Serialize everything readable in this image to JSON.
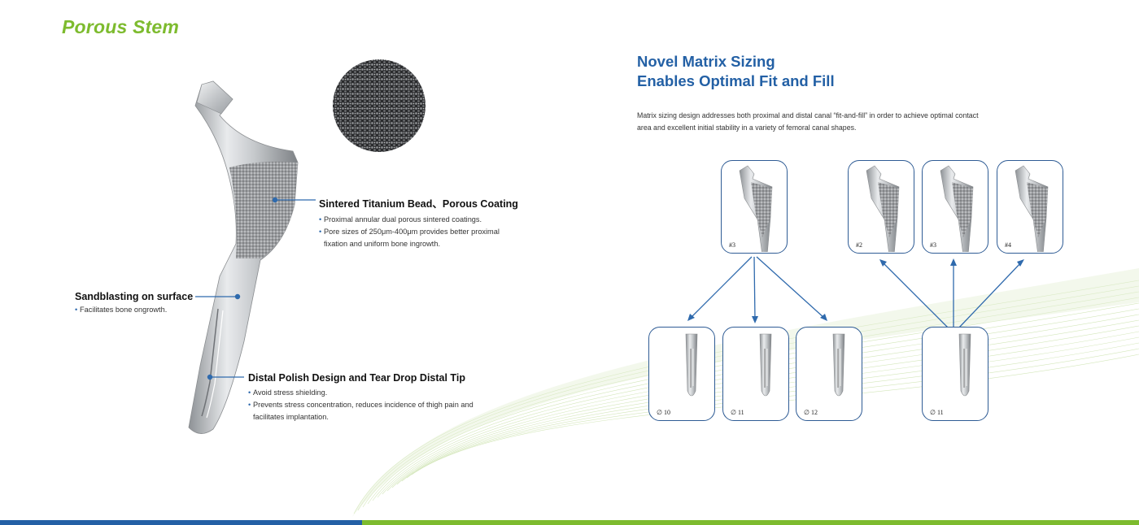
{
  "page_title": "Porous Stem",
  "features": [
    {
      "title": "Sintered Titanium Bead、Porous Coating",
      "points": [
        "Proximal annular dual porous sintered coatings.",
        "Pore sizes of 250μm-400μm provides better proximal fixation and uniform bone ingrowth."
      ]
    },
    {
      "title": "Sandblasting on surface",
      "points": [
        "Facilitates bone ongrowth."
      ]
    },
    {
      "title": "Distal Polish Design and Tear Drop Distal Tip",
      "points": [
        "Avoid stress shielding.",
        "Prevents stress concentration, reduces incidence of thigh pain and facilitates implantation."
      ]
    }
  ],
  "matrix": {
    "title_line1": "Novel Matrix Sizing",
    "title_line2": "Enables Optimal Fit and Fill",
    "description": "Matrix sizing design addresses both proximal and distal canal “fit-and-fill” in order to achieve optimal contact area and excellent initial stability in a variety of femoral canal shapes.",
    "proximal_left": "#3",
    "distal_left": [
      "∅ 10",
      "∅ 11",
      "∅ 12"
    ],
    "proximal_right": [
      "#2",
      "#3",
      "#4"
    ],
    "distal_right": "∅ 11"
  },
  "colors": {
    "title_green": "#7dbb2e",
    "heading_blue": "#2360a5",
    "box_border": "#2f5c95",
    "arrow_blue": "#2f6aad"
  }
}
